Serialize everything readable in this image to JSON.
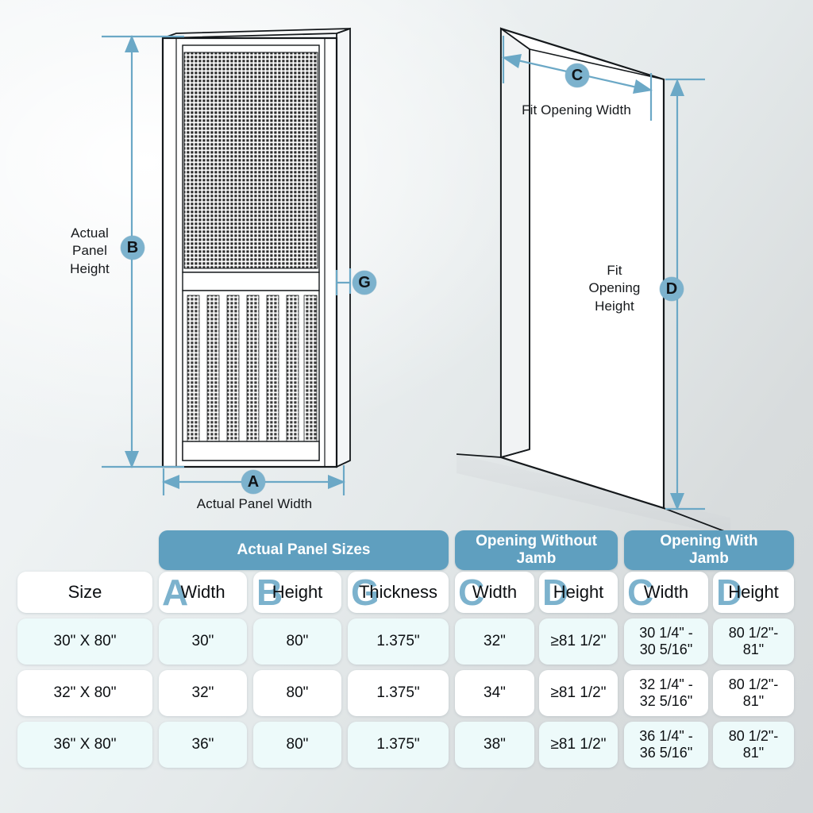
{
  "diagram": {
    "left_panel": {
      "height_label": "Actual\nPanel\nHeight",
      "height_badge": "B",
      "width_label": "Actual Panel Width",
      "width_badge": "A",
      "thickness_badge": "G"
    },
    "right_opening": {
      "width_label": "Fit Opening Width",
      "width_badge": "C",
      "height_label": "Fit\nOpening\nHeight",
      "height_badge": "D"
    }
  },
  "table": {
    "groups": [
      {
        "label": "Actual Panel Sizes"
      },
      {
        "label": "Opening Without\nJamb"
      },
      {
        "label": "Opening With\nJamb"
      }
    ],
    "headers": [
      {
        "letter": "",
        "text": "Size"
      },
      {
        "letter": "A",
        "text": "Width"
      },
      {
        "letter": "B",
        "text": "Height"
      },
      {
        "letter": "G",
        "text": "Thickness"
      },
      {
        "letter": "C",
        "text": "Width"
      },
      {
        "letter": "D",
        "text": "Height"
      },
      {
        "letter": "C",
        "text": "Width"
      },
      {
        "letter": "D",
        "text": "Height"
      }
    ],
    "rows": [
      {
        "cells": [
          "30\" X 80\"",
          "30\"",
          "80\"",
          "1.375\"",
          "32\"",
          "≥81 1/2\"",
          "30 1/4\" -\n30 5/16\"",
          "80 1/2\"-\n81\""
        ]
      },
      {
        "cells": [
          "32\" X 80\"",
          "32\"",
          "80\"",
          "1.375\"",
          "34\"",
          "≥81 1/2\"",
          "32 1/4\" -\n32 5/16\"",
          "80 1/2\"-\n81\""
        ]
      },
      {
        "cells": [
          "36\" X 80\"",
          "36\"",
          "80\"",
          "1.375\"",
          "38\"",
          "≥81 1/2\"",
          "36 1/4\" -\n36 5/16\"",
          "80 1/2\"-\n81\""
        ]
      }
    ]
  },
  "colors": {
    "badge_blue": "#7cb2cd",
    "header_blue": "#5f9fbf",
    "dimension_blue": "#6ba8c6",
    "row_tint": "#edfafa",
    "line_dark": "#14181b"
  }
}
